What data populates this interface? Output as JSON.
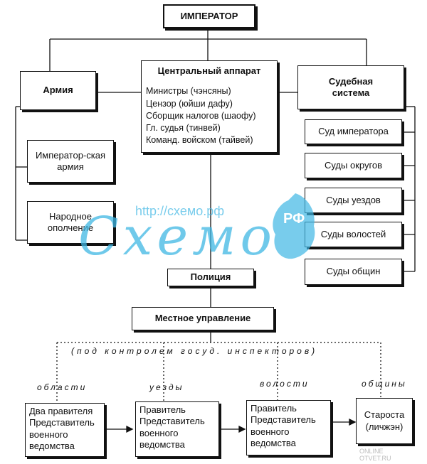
{
  "emperor": "ИМПЕРАТОР",
  "central": {
    "title": "Центральный аппарат",
    "items": [
      "Министры (чэнсяны)",
      "Цензор (юйши дафу)",
      "Сборщик налогов (шаофу)",
      "Гл. судья (тинвей)",
      "Команд. войском (тайвей)"
    ]
  },
  "army": {
    "title": "Армия",
    "items": [
      "Император-ская армия",
      "Народное ополчение"
    ]
  },
  "courts": {
    "title": "Судебная система",
    "items": [
      "Суд императора",
      "Суды округов",
      "Суды уездов",
      "Суды волостей",
      "Суды общин"
    ]
  },
  "police": "Полиция",
  "local": {
    "title": "Местное управление",
    "note": "(под контролем госуд. инспекторов)"
  },
  "levels": [
    {
      "label": "области",
      "lines": [
        "Два правителя",
        "Представитель",
        "военного",
        "ведомства"
      ]
    },
    {
      "label": "уезды",
      "lines": [
        "Правитель",
        "Представитель",
        "военного",
        "ведомства"
      ]
    },
    {
      "label": "волости",
      "lines": [
        "Правитель",
        "Представитель",
        "военного",
        "ведомства"
      ]
    },
    {
      "label": "общины",
      "lines": [
        "Староста",
        "(личжэн)"
      ]
    }
  ],
  "watermark": {
    "url": "http://схемо.рф",
    "brand": "Схемо",
    "suffix": "РФ",
    "corner": "ONLINE OTVET.RU"
  }
}
